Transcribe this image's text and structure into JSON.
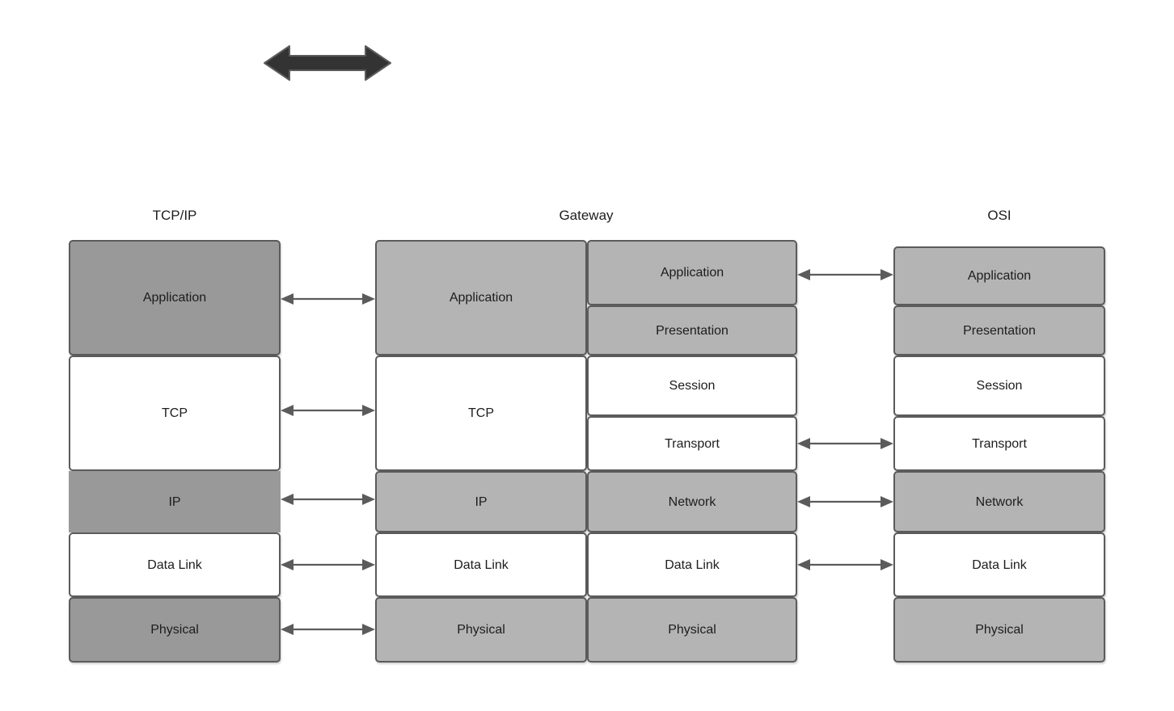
{
  "diagram": {
    "title_hidden": "TCP/IP, Gateway and OSI protocol stack mapping",
    "top_arrow": {
      "name": "bidirectional-arrow",
      "direction": "both"
    },
    "columns": [
      {
        "id": "tcpip",
        "title": "TCP/IP",
        "layers": [
          {
            "label": "Application",
            "fill": "#999999"
          },
          {
            "label": "TCP",
            "fill": "#ffffff"
          },
          {
            "label": "IP",
            "fill": "#999999"
          },
          {
            "label": "Data Link",
            "fill": "#ffffff"
          },
          {
            "label": "Physical",
            "fill": "#999999"
          }
        ]
      },
      {
        "id": "gateway",
        "title": "Gateway",
        "left_stack": [
          {
            "label": "Application",
            "fill": "#b4b4b4"
          },
          {
            "label": "TCP",
            "fill": "#ffffff"
          },
          {
            "label": "IP",
            "fill": "#b4b4b4"
          },
          {
            "label": "Data Link",
            "fill": "#ffffff"
          },
          {
            "label": "Physical",
            "fill": "#b4b4b4"
          }
        ],
        "right_stack": [
          {
            "label": "Application",
            "fill": "#b4b4b4"
          },
          {
            "label": "Presentation",
            "fill": "#b4b4b4"
          },
          {
            "label": "Session",
            "fill": "#ffffff"
          },
          {
            "label": "Transport",
            "fill": "#ffffff"
          },
          {
            "label": "Network",
            "fill": "#b4b4b4"
          },
          {
            "label": "Data Link",
            "fill": "#ffffff"
          },
          {
            "label": "Physical",
            "fill": "#b4b4b4"
          }
        ]
      },
      {
        "id": "osi",
        "title": "OSI",
        "layers": [
          {
            "label": "Application",
            "fill": "#b4b4b4"
          },
          {
            "label": "Presentation",
            "fill": "#b4b4b4"
          },
          {
            "label": "Session",
            "fill": "#ffffff"
          },
          {
            "label": "Transport",
            "fill": "#ffffff"
          },
          {
            "label": "Network",
            "fill": "#b4b4b4"
          },
          {
            "label": "Data Link",
            "fill": "#ffffff"
          },
          {
            "label": "Physical",
            "fill": "#b4b4b4"
          }
        ]
      }
    ],
    "connectors_left": [
      {
        "from": "Application",
        "to": "Application"
      },
      {
        "from": "TCP",
        "to": "TCP"
      },
      {
        "from": "IP",
        "to": "IP"
      },
      {
        "from": "Data Link",
        "to": "Data Link"
      },
      {
        "from": "Physical",
        "to": "Physical"
      }
    ],
    "connectors_right": [
      {
        "from": "Application",
        "to": "Application"
      },
      {
        "from": "Transport",
        "to": "Transport"
      },
      {
        "from": "Network",
        "to": "Network"
      },
      {
        "from": "Data Link",
        "to": "Data Link"
      }
    ],
    "colors": {
      "stroke": "#5b5b5b",
      "fill_dark": "#999999",
      "fill_light": "#b4b4b4",
      "fill_white": "#ffffff",
      "arrow": "#5b5b5b",
      "big_arrow": "#333333",
      "text": "#1d1d1d",
      "background": "#ffffff"
    }
  }
}
